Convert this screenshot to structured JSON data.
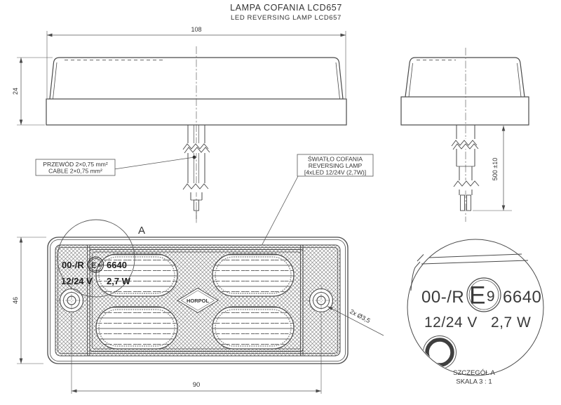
{
  "title": {
    "line1": "LAMPA COFANIA LCD657",
    "line2": "LED REVERSING LAMP LCD657"
  },
  "dims": {
    "width": "108",
    "height": "24",
    "cable_length": "500 ±10",
    "face_height": "46",
    "hole_spacing": "90",
    "hole_note": "2x Ø3,5"
  },
  "callouts": {
    "cable": {
      "line1": "PRZEWÓD 2×0,75 mm²",
      "line2": "CABLE 2×0,75 mm²"
    },
    "lamp": {
      "line1": "ŚWIATŁO COFANIA",
      "line2": "REVERSING LAMP",
      "line3": "[4xLED 12/24V (2,7W)]"
    }
  },
  "markings": {
    "approval_prefix": "00-/R",
    "e_letter": "E",
    "e_digit": "9",
    "approval_number": "6640",
    "voltage": "12/24 V",
    "power": "2,7 W",
    "brand": "HORPOL"
  },
  "detail": {
    "label": "A",
    "title": "SZCZEGÓŁ A",
    "scale": "SKALA 3 : 1"
  },
  "colors": {
    "line": "#4a4a4a",
    "dim_line": "#555555",
    "text": "#333333",
    "hatch": "#777777",
    "background": "#ffffff"
  }
}
